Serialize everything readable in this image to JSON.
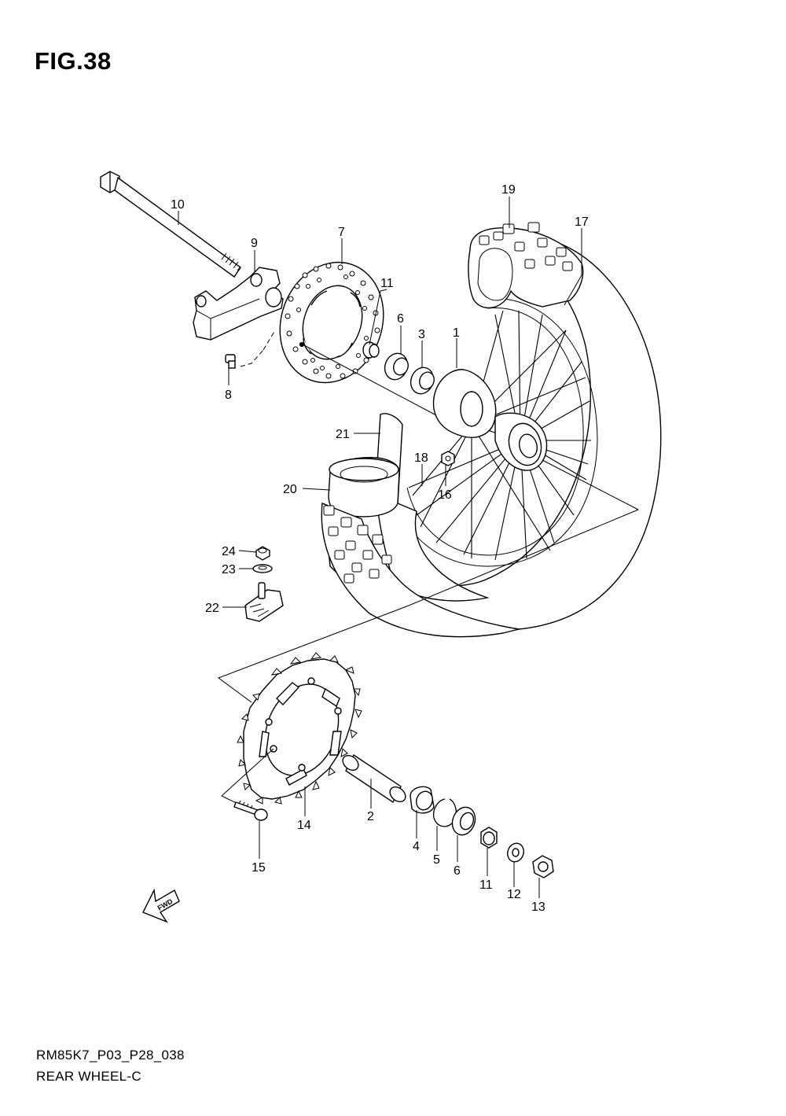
{
  "figure_title": "FIG.38",
  "footer": {
    "code": "RM85K7_P03_P28_038",
    "name": "REAR WHEEL-C"
  },
  "fwd_label": "FWD",
  "callouts": [
    {
      "id": "c1",
      "label": "1"
    },
    {
      "id": "c2",
      "label": "2"
    },
    {
      "id": "c3",
      "label": "3"
    },
    {
      "id": "c4",
      "label": "4"
    },
    {
      "id": "c5",
      "label": "5"
    },
    {
      "id": "c6a",
      "label": "6"
    },
    {
      "id": "c6b",
      "label": "6"
    },
    {
      "id": "c7",
      "label": "7"
    },
    {
      "id": "c8",
      "label": "8"
    },
    {
      "id": "c9",
      "label": "9"
    },
    {
      "id": "c10",
      "label": "10"
    },
    {
      "id": "c11a",
      "label": "11"
    },
    {
      "id": "c11b",
      "label": "11"
    },
    {
      "id": "c12",
      "label": "12"
    },
    {
      "id": "c13",
      "label": "13"
    },
    {
      "id": "c14",
      "label": "14"
    },
    {
      "id": "c15",
      "label": "15"
    },
    {
      "id": "c16",
      "label": "16"
    },
    {
      "id": "c17",
      "label": "17"
    },
    {
      "id": "c18",
      "label": "18"
    },
    {
      "id": "c19",
      "label": "19"
    },
    {
      "id": "c20",
      "label": "20"
    },
    {
      "id": "c21",
      "label": "21"
    },
    {
      "id": "c22",
      "label": "22"
    },
    {
      "id": "c23",
      "label": "23"
    },
    {
      "id": "c24",
      "label": "24"
    }
  ]
}
